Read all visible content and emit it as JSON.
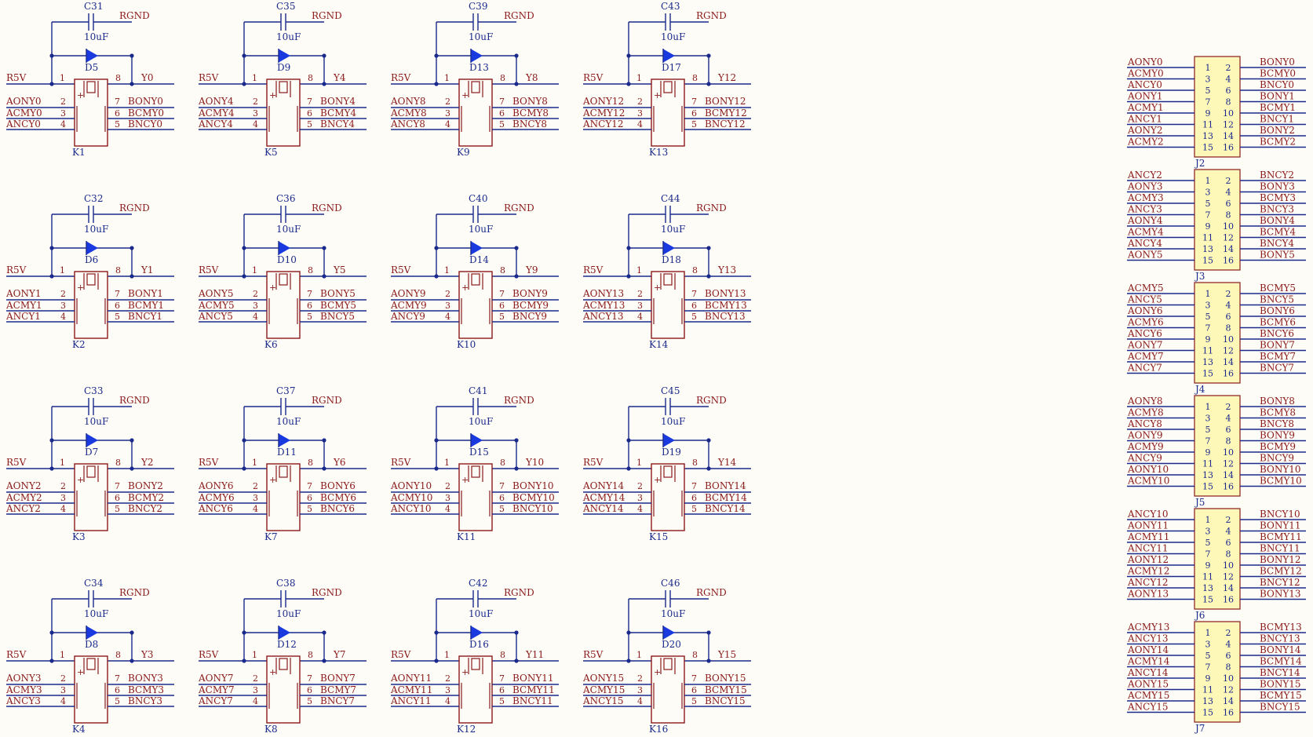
{
  "relays": [
    {
      "ref": "K1",
      "cap": "C31",
      "diode": "D5",
      "y": "Y0",
      "pins": [
        "AONY0",
        "ACMY0",
        "ANCY0",
        "BONY0",
        "BCMY0",
        "BNCY0"
      ]
    },
    {
      "ref": "K2",
      "cap": "C32",
      "diode": "D6",
      "y": "Y1",
      "pins": [
        "AONY1",
        "ACMY1",
        "ANCY1",
        "BONY1",
        "BCMY1",
        "BNCY1"
      ]
    },
    {
      "ref": "K3",
      "cap": "C33",
      "diode": "D7",
      "y": "Y2",
      "pins": [
        "AONY2",
        "ACMY2",
        "ANCY2",
        "BONY2",
        "BCMY2",
        "BNCY2"
      ]
    },
    {
      "ref": "K4",
      "cap": "C34",
      "diode": "D8",
      "y": "Y3",
      "pins": [
        "AONY3",
        "ACMY3",
        "ANCY3",
        "BONY3",
        "BCMY3",
        "BNCY3"
      ]
    },
    {
      "ref": "K5",
      "cap": "C35",
      "diode": "D9",
      "y": "Y4",
      "pins": [
        "AONY4",
        "ACMY4",
        "ANCY4",
        "BONY4",
        "BCMY4",
        "BNCY4"
      ]
    },
    {
      "ref": "K6",
      "cap": "C36",
      "diode": "D10",
      "y": "Y5",
      "pins": [
        "AONY5",
        "ACMY5",
        "ANCY5",
        "BONY5",
        "BCMY5",
        "BNCY5"
      ]
    },
    {
      "ref": "K7",
      "cap": "C37",
      "diode": "D11",
      "y": "Y6",
      "pins": [
        "AONY6",
        "ACMY6",
        "ANCY6",
        "BONY6",
        "BCMY6",
        "BNCY6"
      ]
    },
    {
      "ref": "K8",
      "cap": "C38",
      "diode": "D12",
      "y": "Y7",
      "pins": [
        "AONY7",
        "ACMY7",
        "ANCY7",
        "BONY7",
        "BCMY7",
        "BNCY7"
      ]
    },
    {
      "ref": "K9",
      "cap": "C39",
      "diode": "D13",
      "y": "Y8",
      "pins": [
        "AONY8",
        "ACMY8",
        "ANCY8",
        "BONY8",
        "BCMY8",
        "BNCY8"
      ]
    },
    {
      "ref": "K10",
      "cap": "C40",
      "diode": "D14",
      "y": "Y9",
      "pins": [
        "AONY9",
        "ACMY9",
        "ANCY9",
        "BONY9",
        "BCMY9",
        "BNCY9"
      ]
    },
    {
      "ref": "K11",
      "cap": "C41",
      "diode": "D15",
      "y": "Y10",
      "pins": [
        "AONY10",
        "ACMY10",
        "ANCY10",
        "BONY10",
        "BCMY10",
        "BNCY10"
      ]
    },
    {
      "ref": "K12",
      "cap": "C42",
      "diode": "D16",
      "y": "Y11",
      "pins": [
        "AONY11",
        "ACMY11",
        "ANCY11",
        "BONY11",
        "BCMY11",
        "BNCY11"
      ]
    },
    {
      "ref": "K13",
      "cap": "C43",
      "diode": "D17",
      "y": "Y12",
      "pins": [
        "AONY12",
        "ACMY12",
        "ANCY12",
        "BONY12",
        "BCMY12",
        "BNCY12"
      ]
    },
    {
      "ref": "K14",
      "cap": "C44",
      "diode": "D18",
      "y": "Y13",
      "pins": [
        "AONY13",
        "ACMY13",
        "ANCY13",
        "BONY13",
        "BCMY13",
        "BNCY13"
      ]
    },
    {
      "ref": "K15",
      "cap": "C45",
      "diode": "D19",
      "y": "Y14",
      "pins": [
        "AONY14",
        "ACMY14",
        "ANCY14",
        "BONY14",
        "BCMY14",
        "BNCY14"
      ]
    },
    {
      "ref": "K16",
      "cap": "C46",
      "diode": "D20",
      "y": "Y15",
      "pins": [
        "AONY15",
        "ACMY15",
        "ANCY15",
        "BONY15",
        "BCMY15",
        "BNCY15"
      ]
    }
  ],
  "cap_value": "10uF",
  "gnd_label": "RGND",
  "pwr_label": "R5V",
  "relay_pin_numbers": [
    "1",
    "2",
    "3",
    "4",
    "5",
    "6",
    "7",
    "8"
  ],
  "headers": [
    {
      "ref": "J2",
      "left": [
        "AONY0",
        "ACMY0",
        "ANCY0",
        "AONY1",
        "ACMY1",
        "ANCY1",
        "AONY2",
        "ACMY2"
      ],
      "right": [
        "BONY0",
        "BCMY0",
        "BNCY0",
        "BONY1",
        "BCMY1",
        "BNCY1",
        "BONY2",
        "BCMY2"
      ]
    },
    {
      "ref": "J3",
      "left": [
        "ANCY2",
        "AONY3",
        "ACMY3",
        "ANCY3",
        "AONY4",
        "ACMY4",
        "ANCY4",
        "AONY5"
      ],
      "right": [
        "BNCY2",
        "BONY3",
        "BCMY3",
        "BNCY3",
        "BONY4",
        "BCMY4",
        "BNCY4",
        "BONY5"
      ]
    },
    {
      "ref": "J4",
      "left": [
        "ACMY5",
        "ANCY5",
        "AONY6",
        "ACMY6",
        "ANCY6",
        "AONY7",
        "ACMY7",
        "ANCY7"
      ],
      "right": [
        "BCMY5",
        "BNCY5",
        "BONY6",
        "BCMY6",
        "BNCY6",
        "BONY7",
        "BCMY7",
        "BNCY7"
      ]
    },
    {
      "ref": "J5",
      "left": [
        "AONY8",
        "ACMY8",
        "ANCY8",
        "AONY9",
        "ACMY9",
        "ANCY9",
        "AONY10",
        "ACMY10"
      ],
      "right": [
        "BONY8",
        "BCMY8",
        "BNCY8",
        "BONY9",
        "BCMY9",
        "BNCY9",
        "BONY10",
        "BCMY10"
      ]
    },
    {
      "ref": "J6",
      "left": [
        "ANCY10",
        "AONY11",
        "ACMY11",
        "ANCY11",
        "AONY12",
        "ACMY12",
        "ANCY12",
        "AONY13"
      ],
      "right": [
        "BNCY10",
        "BONY11",
        "BCMY11",
        "BNCY11",
        "BONY12",
        "BCMY12",
        "BNCY12",
        "BONY13"
      ]
    },
    {
      "ref": "J7",
      "left": [
        "ACMY13",
        "ANCY13",
        "AONY14",
        "ACMY14",
        "ANCY14",
        "AONY15",
        "ACMY15",
        "ANCY15"
      ],
      "right": [
        "BCMY13",
        "BNCY13",
        "BONY14",
        "BCMY14",
        "BNCY14",
        "BONY15",
        "BCMY15",
        "BNCY15"
      ]
    }
  ],
  "header_pins_left": [
    "1",
    "3",
    "5",
    "7",
    "9",
    "11",
    "13",
    "15"
  ],
  "header_pins_right": [
    "2",
    "4",
    "6",
    "8",
    "10",
    "12",
    "14",
    "16"
  ]
}
